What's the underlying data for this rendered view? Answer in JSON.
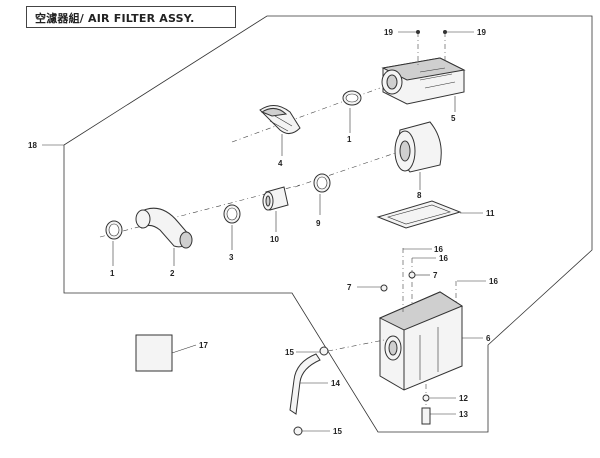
{
  "title": "空濾器組/ AIR FILTER ASSY.",
  "callouts": {
    "c1a": "1",
    "c1b": "1",
    "c2": "2",
    "c3": "3",
    "c4": "4",
    "c5": "5",
    "c6": "6",
    "c7a": "7",
    "c7b": "7",
    "c8": "8",
    "c9": "9",
    "c10": "10",
    "c11": "11",
    "c12": "12",
    "c13": "13",
    "c14": "14",
    "c15a": "15",
    "c15b": "15",
    "c16a": "16",
    "c16b": "16",
    "c16c": "16",
    "c17": "17",
    "c18": "18",
    "c19a": "19",
    "c19b": "19"
  }
}
